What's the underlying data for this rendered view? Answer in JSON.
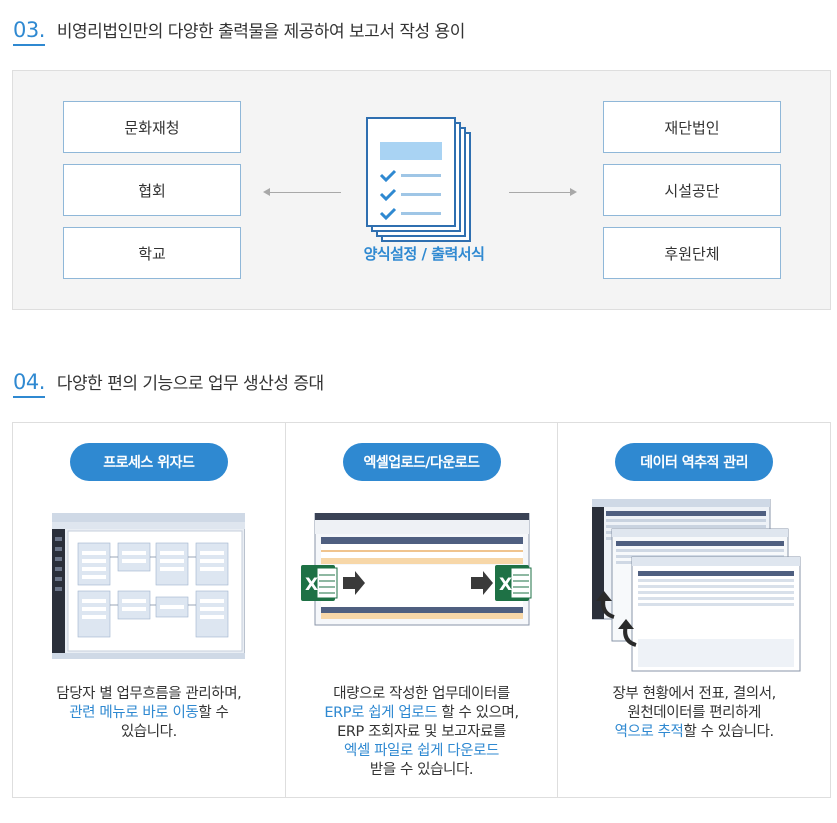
{
  "section3": {
    "number": "03.",
    "title": "비영리법인만의 다양한 출력물을 제공하여 보고서 작성 용이",
    "left_orgs": [
      "문화재청",
      "협회",
      "학교"
    ],
    "right_orgs": [
      "재단법인",
      "시설공단",
      "후원단체"
    ],
    "center_caption": "양식설정 / 출력서식",
    "icons": [
      "stacked-document-checklist-icon",
      "arrow-left-icon",
      "arrow-right-icon"
    ]
  },
  "section4": {
    "number": "04.",
    "title": "다양한 편의 기능으로 업무 생산성 증대",
    "features": [
      {
        "label": "프로세스 위자드",
        "desc_lines": [
          [
            {
              "t": "담당자 별 업무흐름을 관리하며,",
              "hl": false
            }
          ],
          [
            {
              "t": "관련 메뉴로 바로 이동",
              "hl": true
            },
            {
              "t": "할 수",
              "hl": false
            }
          ],
          [
            {
              "t": "있습니다.",
              "hl": false
            }
          ]
        ]
      },
      {
        "label": "엑셀업로드/다운로드",
        "desc_lines": [
          [
            {
              "t": "대량으로 작성한 업무데이터를",
              "hl": false
            }
          ],
          [
            {
              "t": "ERP로 쉽게 업로드",
              "hl": true
            },
            {
              "t": " 할 수 있으며,",
              "hl": false
            }
          ],
          [
            {
              "t": "ERP 조회자료 및 보고자료를",
              "hl": false
            }
          ],
          [
            {
              "t": "엑셀 파일로 쉽게 다운로드",
              "hl": true
            }
          ],
          [
            {
              "t": "받을 수 있습니다.",
              "hl": false
            }
          ]
        ]
      },
      {
        "label": "데이터 역추적 관리",
        "desc_lines": [
          [
            {
              "t": "장부 현황에서 전표, 결의서,",
              "hl": false
            }
          ],
          [
            {
              "t": "원천데이터를 편리하게",
              "hl": false
            }
          ],
          [
            {
              "t": "역으로 추적",
              "hl": true
            },
            {
              "t": "할 수 있습니다.",
              "hl": false
            }
          ]
        ]
      }
    ]
  },
  "colors": {
    "accent": "#2f89d1",
    "box_border": "#8fb7d8",
    "panel_bg": "#f4f4f4",
    "excel_green": "#1e7145"
  }
}
